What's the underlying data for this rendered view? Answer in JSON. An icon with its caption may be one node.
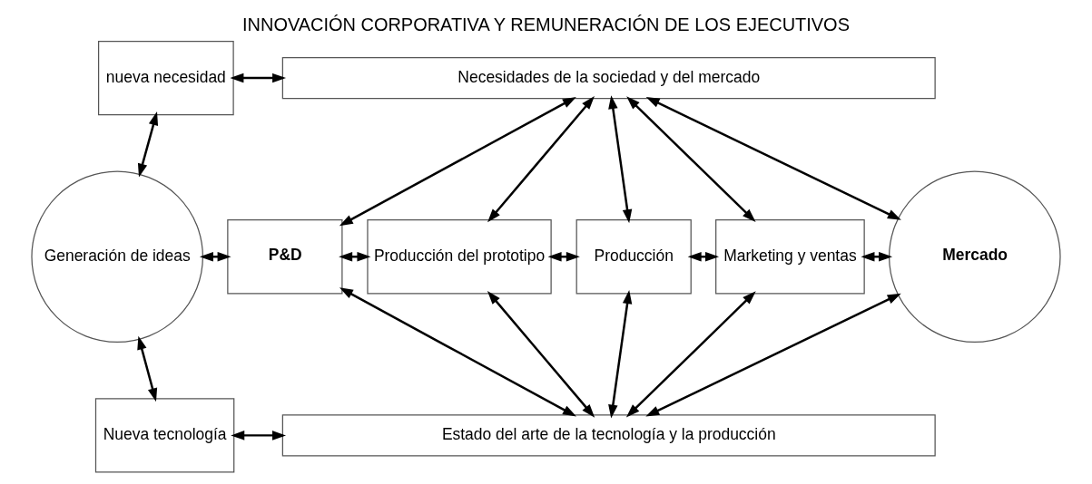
{
  "diagram": {
    "title": "INNOVACIÓN CORPORATIVA Y REMUNERACIÓN DE LOS EJECUTIVOS",
    "nodes": [
      {
        "text": [
          "nueva necesidad"
        ]
      },
      {
        "text": [
          "Necesidades de la sociedad y del mercado"
        ]
      },
      {
        "text": [
          "Generación de ideas"
        ]
      },
      {
        "text": [
          "P&D"
        ]
      },
      {
        "text": [
          "Producción del prototipo"
        ]
      },
      {
        "text": [
          "Producción"
        ]
      },
      {
        "text": [
          "Marketing y ventas"
        ]
      },
      {
        "text": [
          "Mercado"
        ]
      },
      {
        "text": [
          "Nueva tecnología"
        ]
      },
      {
        "text": [
          "Estado del arte de la tecnología y la producción"
        ]
      }
    ],
    "edges": [
      {
        "from": 0,
        "to": 1,
        "arrow": "both"
      },
      {
        "from": 0,
        "to": 2,
        "arrow": "both"
      },
      {
        "from": 2,
        "to": 8,
        "arrow": "both"
      },
      {
        "from": 8,
        "to": 9,
        "arrow": "both"
      },
      {
        "from": 2,
        "to": 3,
        "arrow": "both"
      },
      {
        "from": 3,
        "to": 4,
        "arrow": "both"
      },
      {
        "from": 4,
        "to": 5,
        "arrow": "both"
      },
      {
        "from": 5,
        "to": 6,
        "arrow": "both"
      },
      {
        "from": 6,
        "to": 7,
        "arrow": "both"
      },
      {
        "from": 1,
        "to": 3,
        "arrow": "both"
      },
      {
        "from": 1,
        "to": 4,
        "arrow": "both"
      },
      {
        "from": 1,
        "to": 5,
        "arrow": "both"
      },
      {
        "from": 1,
        "to": 6,
        "arrow": "both"
      },
      {
        "from": 3,
        "to": 9,
        "arrow": "both"
      },
      {
        "from": 4,
        "to": 9,
        "arrow": "both"
      },
      {
        "from": 5,
        "to": 9,
        "arrow": "both"
      },
      {
        "from": 6,
        "to": 9,
        "arrow": "both"
      },
      {
        "from": 1,
        "to": 7,
        "arrow": "both"
      },
      {
        "from": 9,
        "to": 7,
        "arrow": "both"
      }
    ]
  }
}
